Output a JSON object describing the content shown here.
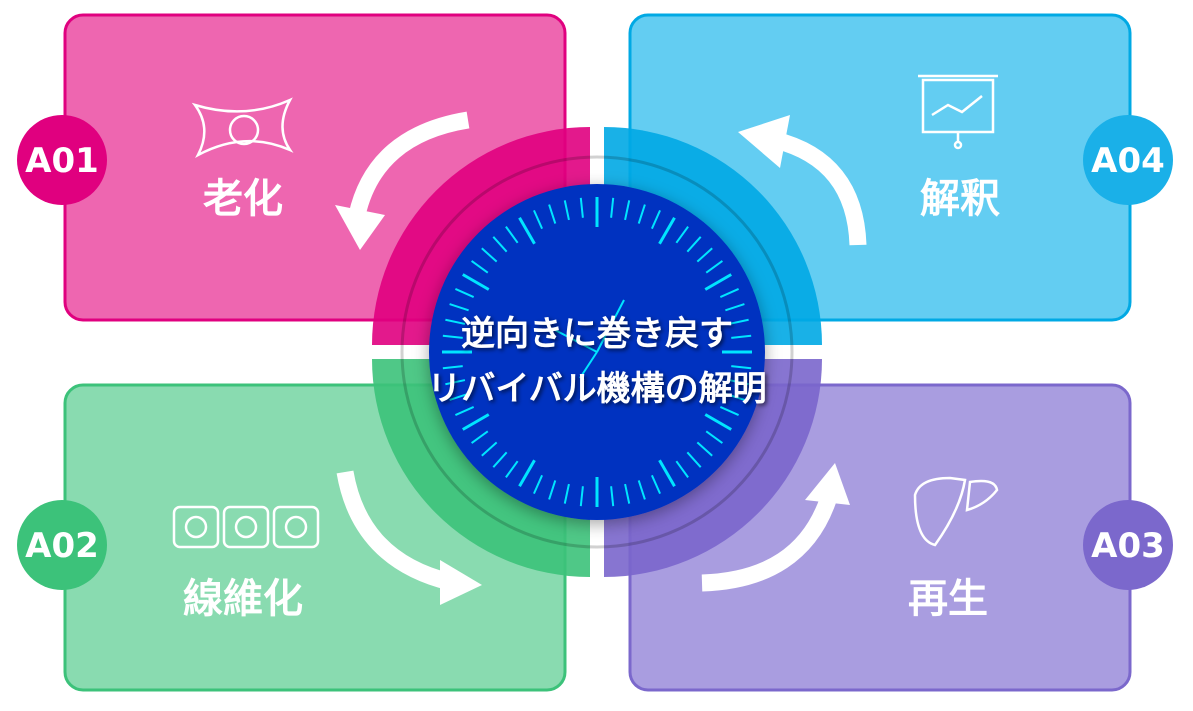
{
  "title": {
    "line1": "逆向きに巻き戻す",
    "line2": "リバイバル機構の解明"
  },
  "stages": [
    {
      "code": "A01",
      "label": "老化",
      "icon": "cell-pillow-icon",
      "color": "#e0007f",
      "fill": "#ee66b0"
    },
    {
      "code": "A02",
      "label": "線維化",
      "icon": "cells-row-icon",
      "color": "#3cc27a",
      "fill": "#89dbb0"
    },
    {
      "code": "A03",
      "label": "再生",
      "icon": "liver-icon",
      "color": "#7b68cc",
      "fill": "#a99de0"
    },
    {
      "code": "A04",
      "label": "解釈",
      "icon": "presentation-chart-icon",
      "color": "#1ab0e8",
      "fill": "#63cdf2"
    }
  ],
  "clock": {
    "face": "#0030c0",
    "tick": "#00e5ff"
  }
}
